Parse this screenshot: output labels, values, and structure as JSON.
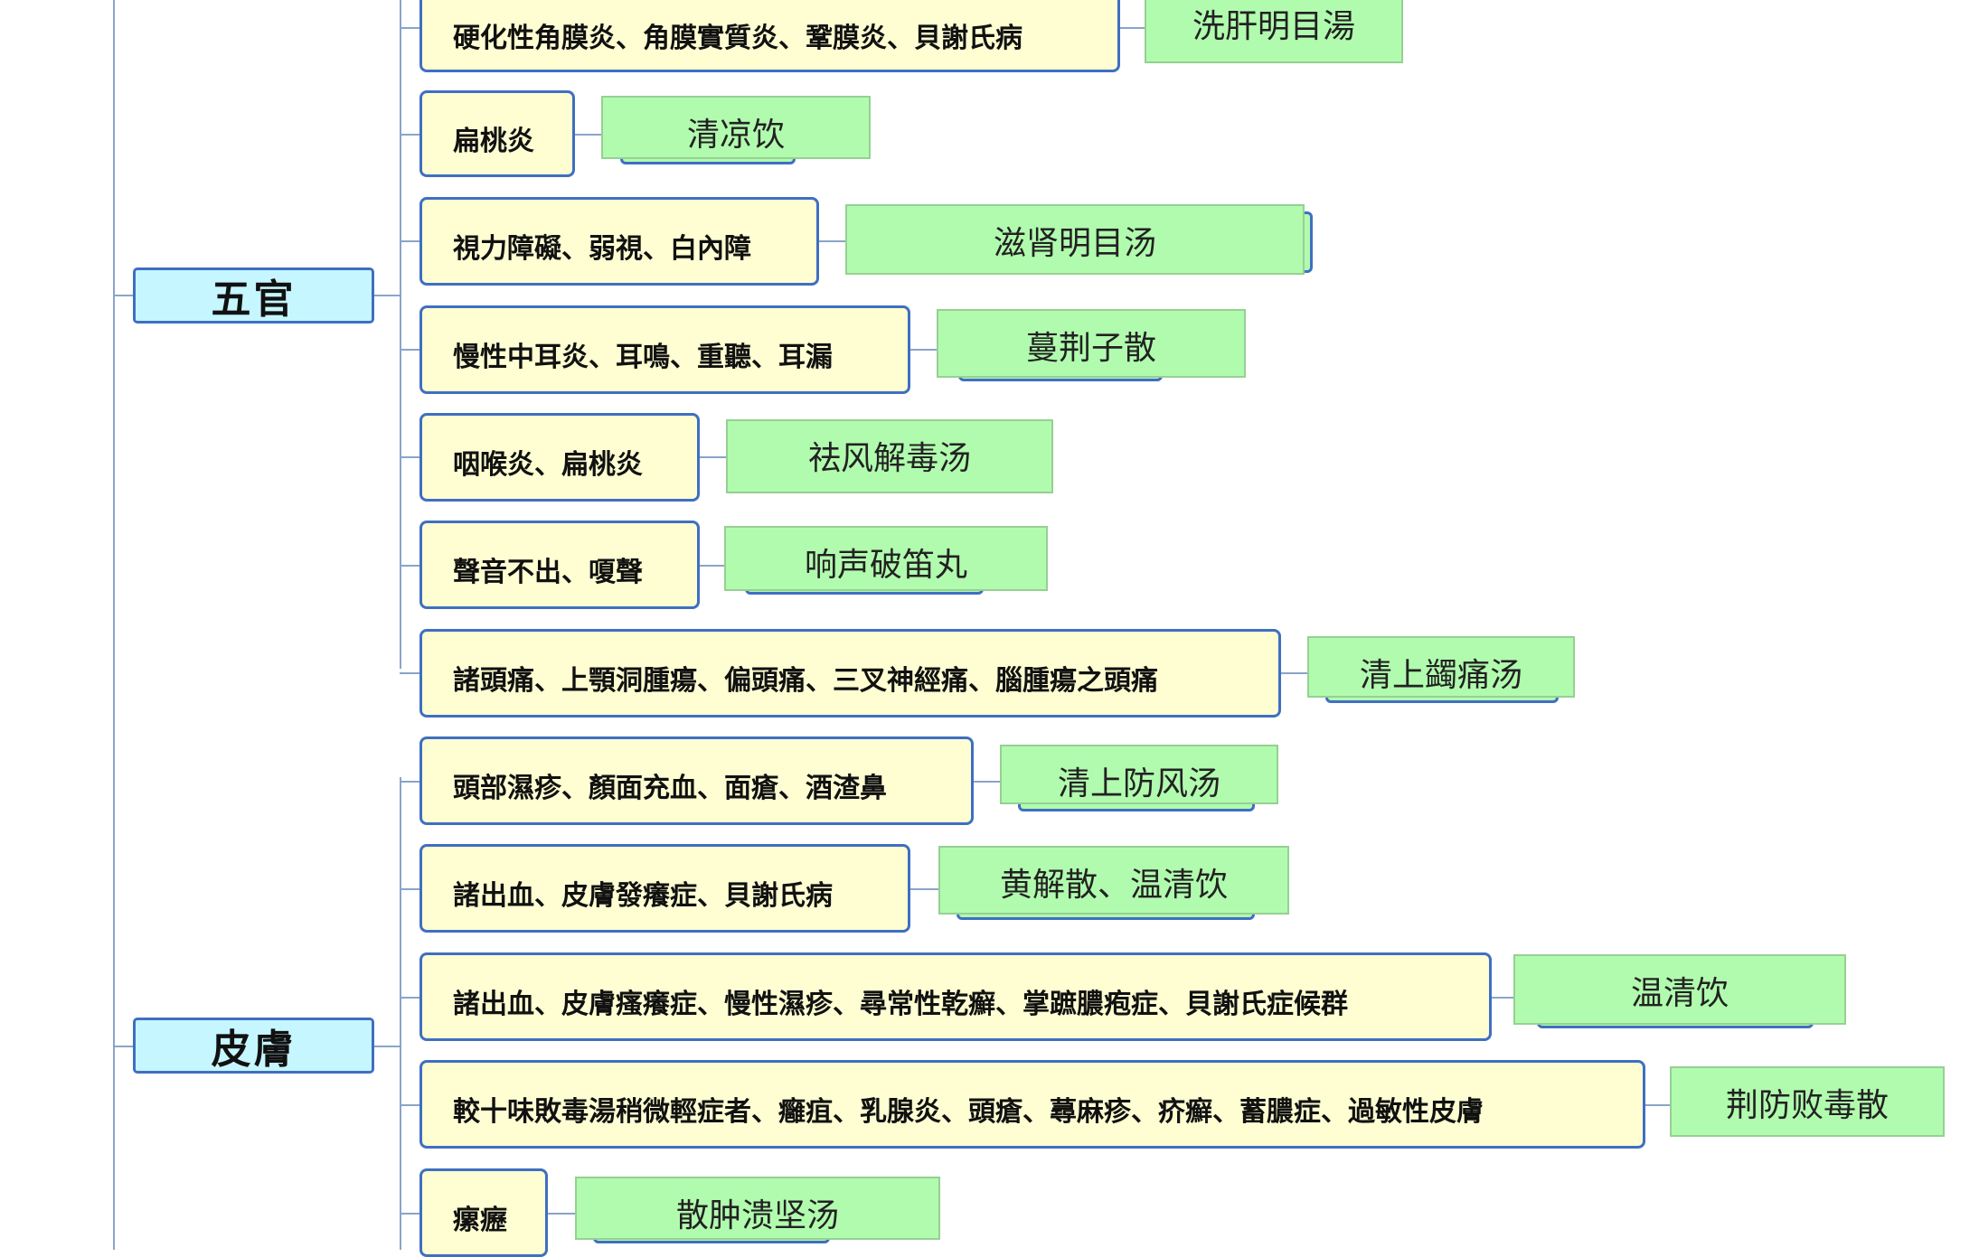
{
  "categories": [
    {
      "label": "五官"
    },
    {
      "label": "皮膚"
    }
  ],
  "rows": [
    {
      "symptom": "硬化性角膜炎、角膜實質炎、鞏膜炎、貝謝氏病",
      "remedy": "洗肝明目湯"
    },
    {
      "symptom": "扁桃炎",
      "remedy": "清凉饮"
    },
    {
      "symptom": "視力障礙、弱視、白內障",
      "remedy": "滋肾明目汤"
    },
    {
      "symptom": "慢性中耳炎、耳鳴、重聽、耳漏",
      "remedy": "蔓荆子散"
    },
    {
      "symptom": "咽喉炎、扁桃炎",
      "remedy": "祛风解毒汤"
    },
    {
      "symptom": "聲音不出、嗄聲",
      "remedy": "响声破笛丸"
    },
    {
      "symptom": "諸頭痛、上顎洞腫瘍、偏頭痛、三叉神經痛、腦腫瘍之頭痛",
      "remedy": "清上蠲痛汤"
    },
    {
      "symptom": "頭部濕疹、顏面充血、面瘡、酒渣鼻",
      "remedy": "清上防风汤"
    },
    {
      "symptom": "諸出血、皮膚發癢症、貝謝氏病",
      "remedy": "黄解散、温清饮"
    },
    {
      "symptom": "諸出血、皮膚瘙癢症、慢性濕疹、尋常性乾癬、掌蹠膿疱症、貝謝氏症候群",
      "remedy": "温清饮"
    },
    {
      "symptom": "較十味敗毒湯稍微輕症者、癰疽、乳腺炎、頭瘡、蕁麻疹、疥癬、蓄膿症、過敏性皮膚",
      "remedy": "荆防败毒散"
    },
    {
      "symptom": "瘰癧",
      "remedy": "散肿溃坚汤"
    }
  ],
  "colors": {
    "category_fill": "#c6f6ff",
    "symptom_fill": "#fefed2",
    "remedy_fill": "#b1fbae",
    "border": "#3f6fc2",
    "connector": "#8aa4c8"
  }
}
